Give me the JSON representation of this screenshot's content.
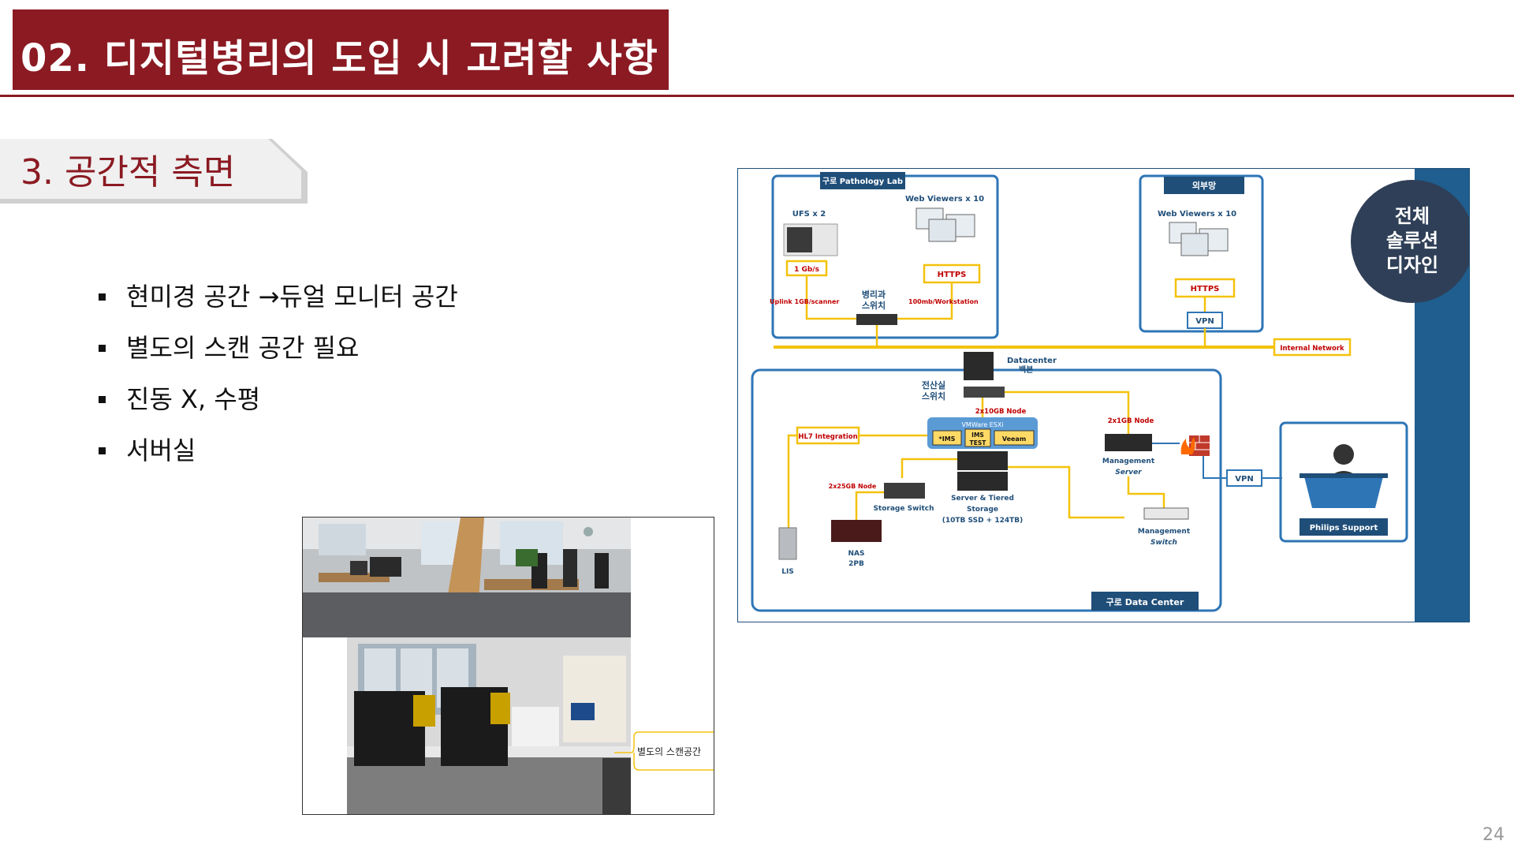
{
  "header": {
    "title": "02. 디지털병리의 도입 시 고려할 사항"
  },
  "section": {
    "subtitle": "3. 공간적 측면"
  },
  "bullets": [
    "현미경 공간 →듀얼 모니터 공간",
    "별도의 스캔 공간 필요",
    "진동 X, 수평",
    "서버실"
  ],
  "photo": {
    "callout": "별도의 스캔공간"
  },
  "diagram": {
    "circle_label": [
      "전체",
      "솔루션",
      "디자인"
    ],
    "lab": {
      "title": "구로 Pathology Lab",
      "ufs": "UFS x 2",
      "web_viewers": "Web Viewers x 10",
      "speed": "1 Gb/s",
      "https": "HTTPS",
      "uplink": "Uplink 1GB/scanner",
      "switch": [
        "병리과",
        "스위치"
      ],
      "workstation": "100mb/Workstation"
    },
    "external": {
      "title": "외부망",
      "web_viewers": "Web Viewers x 10",
      "https": "HTTPS",
      "vpn": "VPN"
    },
    "internal_network": "Internal Network",
    "datacenter_backbone": [
      "Datacenter",
      "백본"
    ],
    "it_switch": [
      "전산실",
      "스위치"
    ],
    "node_10gb": "2x10GB Node",
    "node_1gb": "2x1GB Node",
    "node_25gb": "2x25GB Node",
    "hl7": "HL7 Integration",
    "vmware": "VMWare ESXi",
    "vm_ims": "*IMS",
    "vm_ims_test": [
      "IMS",
      "TEST"
    ],
    "vm_veeam": "Veeam",
    "management_server": [
      "Management",
      "Server"
    ],
    "management_switch": [
      "Management",
      "Switch"
    ],
    "storage_switch": "Storage Switch",
    "server_storage": [
      "Server & Tiered",
      "Storage",
      "(10TB SSD + 124TB)"
    ],
    "lis": "LIS",
    "nas": [
      "NAS",
      "2PB"
    ],
    "vpn2": "VPN",
    "datacenter_title": "구로 Data Center",
    "philips": "Philips Support"
  },
  "page_number": "24",
  "colors": {
    "brand": "#8b1a22",
    "navy": "#1f4e79",
    "yellow": "#f4c20d",
    "red": "#c00000"
  }
}
